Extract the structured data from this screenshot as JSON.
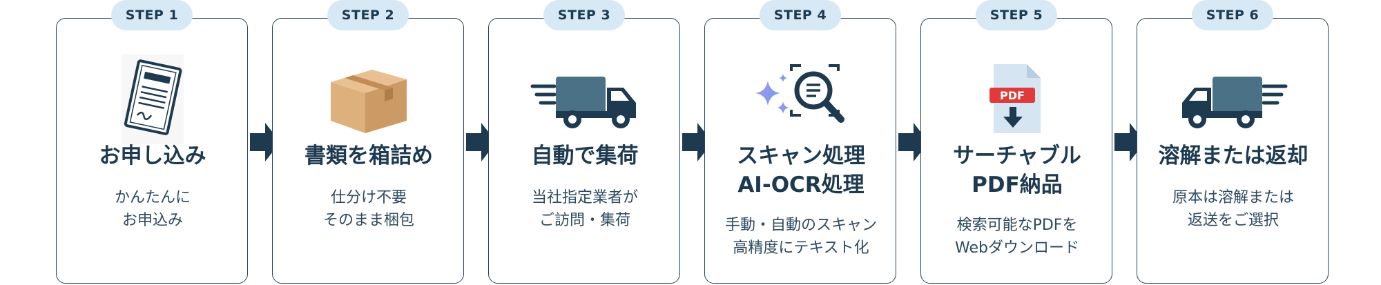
{
  "steps": [
    {
      "badge": "STEP 1",
      "title": [
        "お申し込み"
      ],
      "desc": [
        "かんたんに",
        "お申込み"
      ],
      "icon": "application-form-icon"
    },
    {
      "badge": "STEP 2",
      "title": [
        "書類を箱詰め"
      ],
      "desc": [
        "仕分け不要",
        "そのまま梱包"
      ],
      "icon": "cardboard-box-icon"
    },
    {
      "badge": "STEP 3",
      "title": [
        "自動で集荷"
      ],
      "desc": [
        "当社指定業者が",
        "ご訪問・集荷"
      ],
      "icon": "truck-icon"
    },
    {
      "badge": "STEP 4",
      "title": [
        "スキャン処理",
        "AI-OCR処理"
      ],
      "desc": [
        "手動・自動のスキャン",
        "高精度にテキスト化"
      ],
      "icon": "ai-scan-magnifier-icon"
    },
    {
      "badge": "STEP 5",
      "title": [
        "サーチャブル",
        "PDF納品"
      ],
      "desc": [
        "検索可能なPDFを",
        "Webダウンロード"
      ],
      "icon": "pdf-download-icon",
      "pdf_label": "PDF"
    },
    {
      "badge": "STEP 6",
      "title": [
        "溶解または返却"
      ],
      "desc": [
        "原本は溶解または",
        "返送をご選択"
      ],
      "icon": "return-truck-icon"
    }
  ],
  "colors": {
    "navy": "#1d3a50",
    "badge_bg": "#d6e9f5",
    "border": "#26435a",
    "pdf_red": "#e03a3a"
  }
}
